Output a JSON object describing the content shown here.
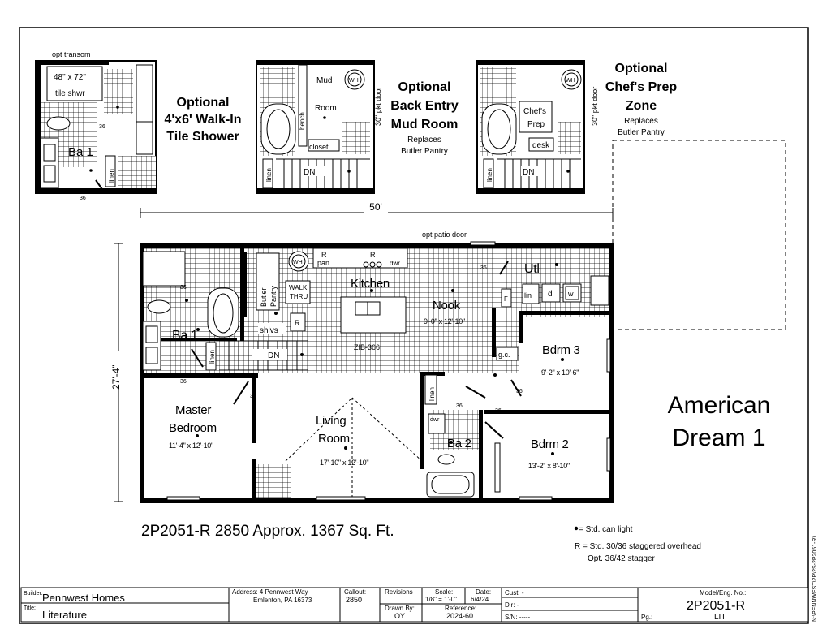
{
  "options": {
    "walk_in_shower": {
      "title_lines": [
        "Optional",
        "4'x6' Walk-In",
        "Tile Shower"
      ],
      "labels": {
        "transom": "opt transom",
        "shower_size": "48\" x 72\"",
        "shower_type": "tile shwr",
        "bath": "Ba 1",
        "linen": "linen",
        "door_36a": "36",
        "door_36b": "36"
      }
    },
    "mud_room": {
      "title_lines": [
        "Optional",
        "Back Entry",
        "Mud Room"
      ],
      "sub_lines": [
        "Replaces",
        "Butler Pantry"
      ],
      "labels": {
        "room_line1": "Mud",
        "room_line2": "Room",
        "bench": "bench",
        "closet": "closet",
        "door": "30\" pkt door",
        "linen": "linen",
        "dn": "DN",
        "wh": "WH"
      }
    },
    "chefs_prep": {
      "title_lines": [
        "Optional",
        "Chef's Prep",
        "Zone"
      ],
      "sub_lines": [
        "Replaces",
        "Butler Pantry"
      ],
      "labels": {
        "room_line1": "Chef's",
        "room_line2": "Prep",
        "desk": "desk",
        "door": "30\" pkt door",
        "linen": "linen",
        "dn": "DN",
        "wh": "WH"
      }
    }
  },
  "plan": {
    "width_dim": "50'",
    "depth_dim": "27'-4\"",
    "patio_door": "opt patio door",
    "rooms": {
      "kitchen": "Kitchen",
      "nook": "Nook",
      "nook_size": "9'-0\" x 12'-10\"",
      "utility": "Utl",
      "bdrm3": "Bdrm 3",
      "bdrm3_size": "9'-2\" x 10'-6\"",
      "bdrm2": "Bdrm 2",
      "bdrm2_size": "13'-2\" x 8'-10\"",
      "master_line1": "Master",
      "master_line2": "Bedroom",
      "master_size": "11'-4\" x 12'-10\"",
      "living_line1": "Living",
      "living_line2": "Room",
      "living_size": "17'-10\" x 12'-10\"",
      "ba1": "Ba 1",
      "ba2": "Ba 2"
    },
    "labels": {
      "butler": "Butler",
      "pantry": "Pantry",
      "walk": "WALK",
      "thru": "THRU",
      "shlvs": "shlvs",
      "r": "R",
      "pan": "pan",
      "dwr": "dwr",
      "island": "ZIB-366",
      "linen": "linen",
      "dn": "DN",
      "lin": "lin",
      "d": "d",
      "w": "w",
      "f": "F",
      "gc": "g.c.",
      "wh": "WH",
      "door36": "36"
    }
  },
  "model_title_lines": [
    "American",
    "Dream 1"
  ],
  "summary": "2P2051-R 2850  Approx. 1367 Sq. Ft.",
  "legend": {
    "light": "= Std. can light",
    "range_line1": "R = Std. 30/36 staggered overhead",
    "range_line2": "Opt. 36/42 stagger"
  },
  "side_code": "N:\\PENNWEST\\2P\\2S-2P2051-R\\",
  "title_block": {
    "builder_label": "Builder:",
    "builder": "Pennwest Homes",
    "title_label": "Title:",
    "title": "Literature",
    "address_label": "Address: 4 Pennwest Way",
    "address_line2": "Emlenton, PA 16373",
    "callout_label": "Callout:",
    "callout": "2850",
    "revisions_label": "Revisions",
    "drawn_by_label": "Drawn By:",
    "drawn_by": "OY",
    "scale_label": "Scale:",
    "scale": "1/8\" = 1'-0\"",
    "date_label": "Date:",
    "date": "6/4/24",
    "reference_label": "Reference:",
    "reference": "2024-60",
    "cust": "Cust: -",
    "dlr": "Dlr: -",
    "sn": "S/N: -----",
    "model_label": "Model/Eng. No.:",
    "model": "2P2051-R",
    "lit": "LIT",
    "pg_label": "Pg.:"
  }
}
